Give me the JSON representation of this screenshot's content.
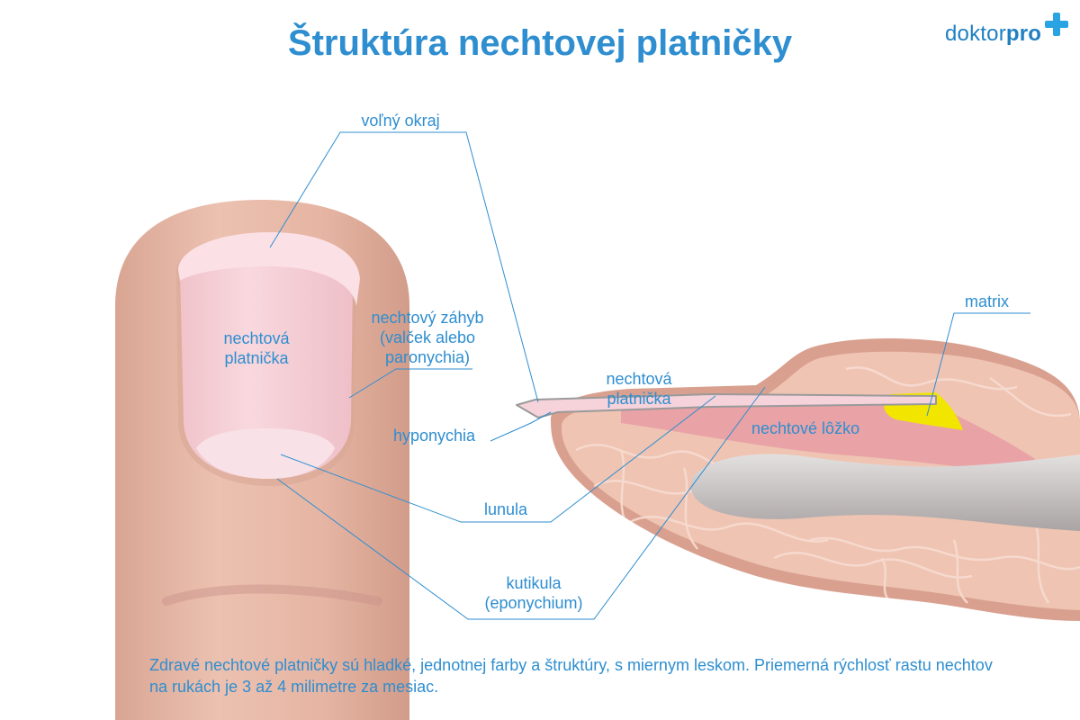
{
  "title": "Štruktúra nechtovej platničky",
  "logo": {
    "part1": "doktor",
    "part2": "pro"
  },
  "labels": {
    "free_edge": "voľný okraj",
    "nail_plate_front_1": "nechtová",
    "nail_plate_front_2": "platnička",
    "nail_fold_1": "nechtový záhyb",
    "nail_fold_2": "(valček alebo",
    "nail_fold_3": "paronychia)",
    "hyponychium": "hyponychia",
    "lunula": "lunula",
    "cuticle_1": "kutikula",
    "cuticle_2": "(eponychium)",
    "nail_plate_side_1": "nechtová",
    "nail_plate_side_2": "platnička",
    "nail_bed": "nechtové lôžko",
    "matrix": "matrix"
  },
  "footer": "Zdravé nechtové platničky sú hladké, jednotnej farby a štruktúry, s miernym leskom. Priemerná rýchlosť rastu nechtov na rukách je 3 až 4 milimetre za mesiac.",
  "colors": {
    "accent": "#2e8ed0",
    "skin": "#e8b9a5",
    "nail": "#f5cfd7",
    "matrix": "#f2e600",
    "bone": "#c9c4c4"
  }
}
